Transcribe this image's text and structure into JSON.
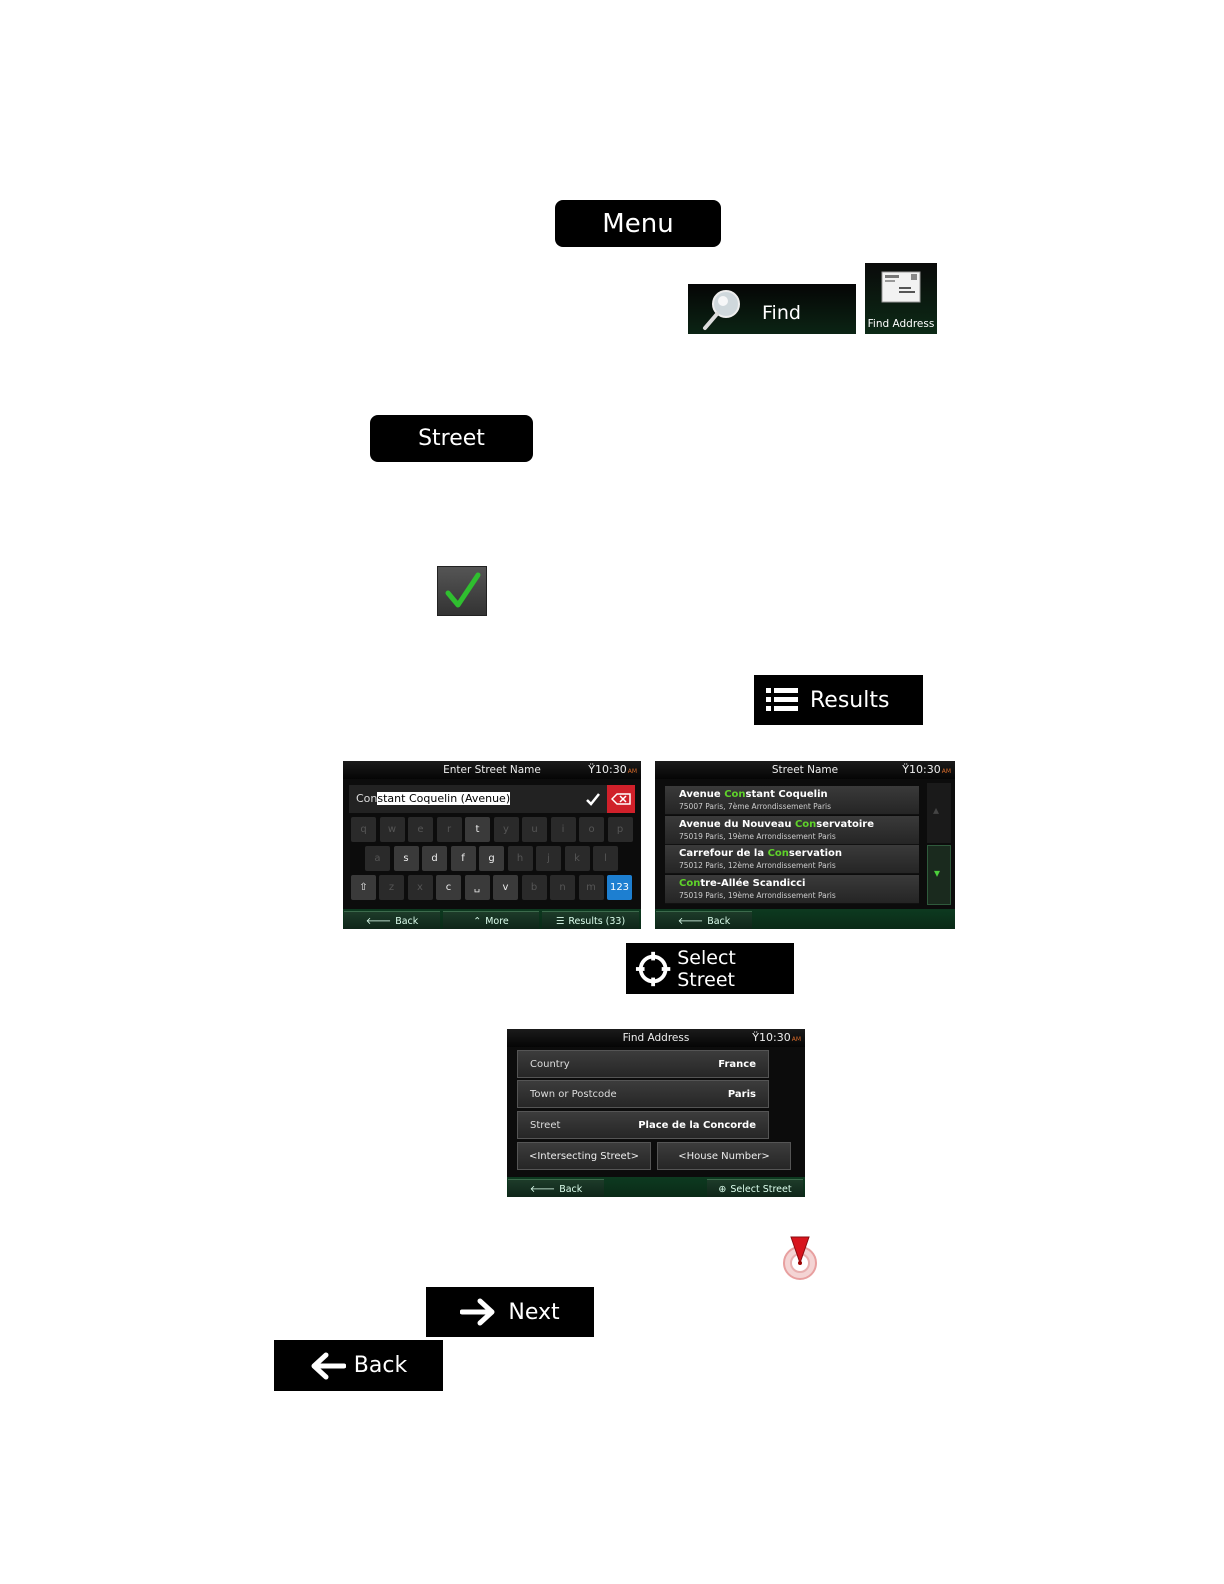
{
  "buttons": {
    "menu": "Menu",
    "find": "Find",
    "find_address": "Find Address",
    "street": "Street",
    "results": "Results",
    "select_street": "Select Street",
    "next": "Next",
    "back": "Back"
  },
  "keyboard_screen": {
    "title": "Enter Street Name",
    "time": "10:30",
    "ampm": "AM",
    "input_typed": "Con",
    "input_suggest": "stant Coquelin (Avenue)",
    "keys_row1": [
      "q",
      "w",
      "e",
      "r",
      "t",
      "y",
      "u",
      "i",
      "o",
      "p"
    ],
    "keys_row2": [
      "a",
      "s",
      "d",
      "f",
      "g",
      "h",
      "j",
      "k",
      "l"
    ],
    "keys_row3": [
      "z",
      "x",
      "c",
      "␣",
      "v",
      "b",
      "n",
      "m"
    ],
    "num_key": "123",
    "back": "Back",
    "more": "More",
    "results": "Results (33)"
  },
  "results_screen": {
    "title": "Street Name",
    "time": "10:30",
    "ampm": "AM",
    "back": "Back",
    "items": [
      {
        "pre": "Avenue ",
        "hl": "Con",
        "post": "stant Coquelin",
        "sub": "75007 Paris, 7ème Arrondissement Paris"
      },
      {
        "pre": "Avenue du Nouveau ",
        "hl": "Con",
        "post": "servatoire",
        "sub": "75019 Paris, 19ème Arrondissement Paris"
      },
      {
        "pre": "Carrefour de la ",
        "hl": "Con",
        "post": "servation",
        "sub": "75012 Paris, 12ème Arrondissement Paris"
      },
      {
        "pre": "",
        "hl": "Con",
        "post": "tre-Allée Scandicci",
        "sub": "75019 Paris, 19ème Arrondissement Paris"
      }
    ]
  },
  "find_address_screen": {
    "title": "Find Address",
    "time": "10:30",
    "ampm": "AM",
    "country_label": "Country",
    "country_value": "France",
    "town_label": "Town or Postcode",
    "town_value": "Paris",
    "street_label": "Street",
    "street_value": "Place de la Concorde",
    "intersecting": "<Intersecting Street>",
    "house_number": "<House Number>",
    "back": "Back",
    "select_street": "Select Street"
  },
  "icons": [
    "search-icon",
    "envelope-icon",
    "checkmark-icon",
    "list-icon",
    "crosshair-icon",
    "arrow-right-icon",
    "arrow-left-icon",
    "map-pin-icon"
  ]
}
